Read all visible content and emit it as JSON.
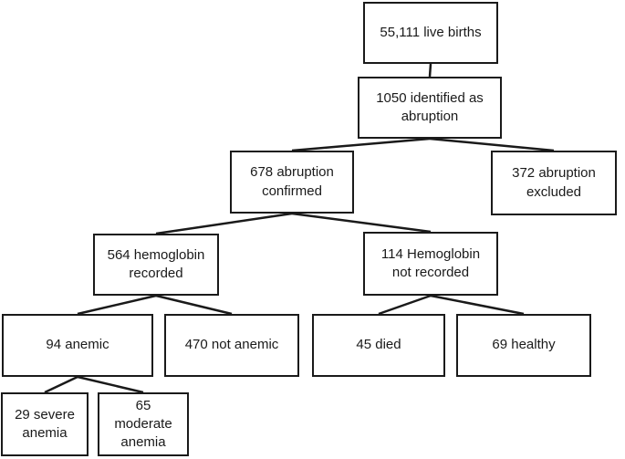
{
  "nodes": {
    "live_births": "55,111 live births",
    "identified": "1050 identified as\nabruption",
    "confirmed": "678 abruption\nconfirmed",
    "excluded": "372 abruption\nexcluded",
    "hb_recorded": "564 hemoglobin\nrecorded",
    "hb_not_recorded": "114 Hemoglobin\nnot recorded",
    "anemic": "94 anemic",
    "not_anemic": "470 not anemic",
    "died": "45 died",
    "healthy": "69 healthy",
    "severe": "29 severe\nanemia",
    "moderate": "65\nmoderate\nanemia"
  },
  "edges": [
    [
      "live_births",
      "identified"
    ],
    [
      "identified",
      "confirmed"
    ],
    [
      "identified",
      "excluded"
    ],
    [
      "confirmed",
      "hb_recorded"
    ],
    [
      "confirmed",
      "hb_not_recorded"
    ],
    [
      "hb_recorded",
      "anemic"
    ],
    [
      "hb_recorded",
      "not_anemic"
    ],
    [
      "hb_not_recorded",
      "died"
    ],
    [
      "hb_not_recorded",
      "healthy"
    ],
    [
      "anemic",
      "severe"
    ],
    [
      "anemic",
      "moderate"
    ]
  ]
}
